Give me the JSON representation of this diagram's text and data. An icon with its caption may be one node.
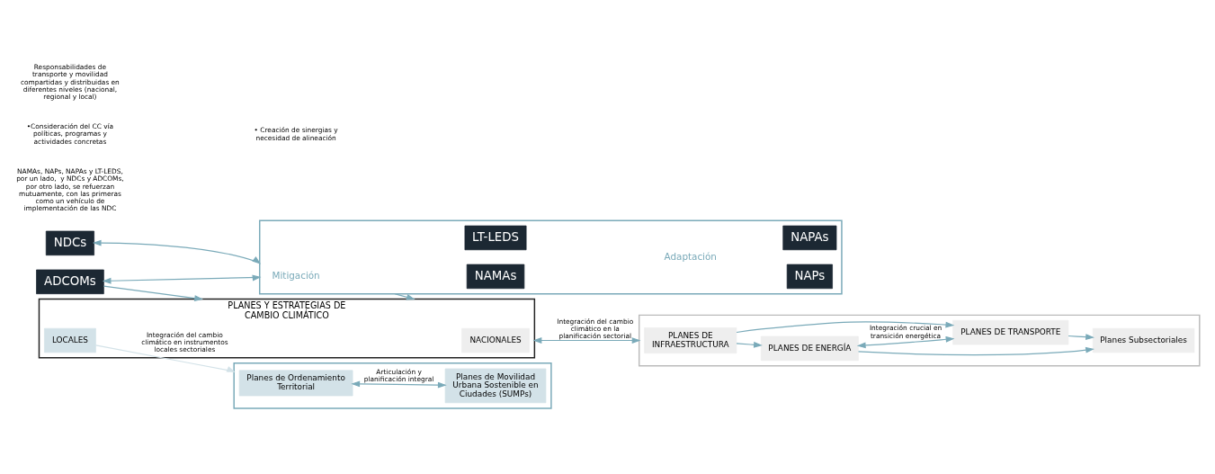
{
  "diagram": {
    "nodes": [
      {
        "text": [
          "NDCs"
        ]
      },
      {
        "text": [
          "ADCOMs"
        ]
      },
      {
        "text": [],
        "shape": "box"
      },
      {
        "text": [
          "Mitigación"
        ],
        "in": 2
      },
      {
        "text": [
          "NAMAs"
        ],
        "in": 2
      },
      {
        "text": [
          "LT-LEDS"
        ],
        "in": 2
      },
      {
        "text": [
          "Adaptación"
        ],
        "in": 2
      },
      {
        "text": [
          "NAPs"
        ],
        "in": 2
      },
      {
        "text": [
          "NAPAs"
        ],
        "in": 2
      },
      {
        "text": [
          "PLANES Y ESTRATEGIAS DE CAMBIO CLIMÁTICO"
        ]
      },
      {
        "text": [
          "NACIONALES"
        ],
        "in": 9
      },
      {
        "text": [
          "LOCALES"
        ],
        "in": 9
      },
      {
        "text": [],
        "shape": "box"
      },
      {
        "text": [
          "PLANES DE INFRAESTRUCTURA"
        ],
        "in": 12
      },
      {
        "text": [
          "PLANES DE ENERGÍA"
        ],
        "in": 12
      },
      {
        "text": [
          "PLANES DE TRANSPORTE"
        ],
        "in": 12
      },
      {
        "text": [
          "Planes Subsectoriales"
        ],
        "in": 12
      },
      {
        "text": [],
        "shape": "box"
      },
      {
        "text": [
          "Planes de Ordenamiento Territorial"
        ],
        "in": 17
      },
      {
        "text": [
          "Planes de Movilidad Urbana Sostenible en Ciudades (SUMPs)"
        ],
        "in": 17
      }
    ],
    "edges": [
      {
        "from": 0,
        "to": 2,
        "arrow": "both"
      },
      {
        "from": 1,
        "to": 2,
        "arrow": "both"
      },
      {
        "from": 1,
        "to": 9,
        "arrow": "to"
      },
      {
        "from": 2,
        "to": 9,
        "arrow": "to"
      },
      {
        "from": 9,
        "to": 12,
        "arrow": "both",
        "label": "Integración del cambio climático en la planificación sectorial"
      },
      {
        "from": 11,
        "to": 17,
        "arrow": "to",
        "label": "Integración del cambio climático en instrumentos locales sectoriales",
        "color": "#d3e2e8"
      },
      {
        "from": 13,
        "to": 14,
        "arrow": "to"
      },
      {
        "from": 13,
        "to": 15,
        "arrow": "to"
      },
      {
        "from": 14,
        "to": 15,
        "arrow": "both",
        "label": "Integración crucial en transición energética"
      },
      {
        "from": 14,
        "to": 16,
        "arrow": "to"
      },
      {
        "from": 15,
        "to": 16,
        "arrow": "to"
      },
      {
        "from": 18,
        "to": 19,
        "arrow": "both",
        "label": "Articulación y planificación integral"
      }
    ],
    "labels": [
      "NAMAs, NAPs, NAPAs y LT-LEDS, por un lado,  y NDCs y ADCOMs, por otro lado, se refuerzan mutuamente, con las primeras como un vehículo de implementación de las NDC",
      "•Consideración del CC vía políticas, programas y actividades concretas",
      "• Creación de sinergias y necesidad de alineación",
      "Responsabilidades de transporte y movilidad compartidas y distribuidas en diferentes niveles (nacional, regional y local)"
    ]
  }
}
